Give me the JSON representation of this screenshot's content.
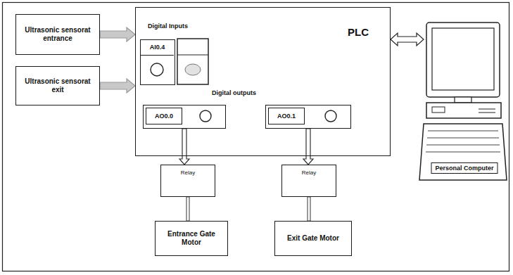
{
  "diagram": {
    "nodes": [
      {
        "text": [
          "Ultrasonic sensorat entrance"
        ]
      },
      {
        "text": [
          "Ultrasonic sensorat exit"
        ]
      },
      {
        "text": [
          "PLC",
          "Digital Inputs",
          "Digital outputs"
        ]
      },
      {
        "text": [
          "AI0.4"
        ],
        "in": 2
      },
      {
        "text": [
          "AO0.0"
        ],
        "in": 2
      },
      {
        "text": [
          "AO0.1"
        ],
        "in": 2
      },
      {
        "text": [
          "Relay"
        ]
      },
      {
        "text": [
          "Entrance Gate Motor"
        ]
      },
      {
        "text": [
          "Relay"
        ]
      },
      {
        "text": [
          "Exit Gate Motor"
        ]
      },
      {
        "text": [
          "Personal Computer"
        ]
      }
    ],
    "edges": [
      {
        "from": 0,
        "to": 2,
        "arrow": "to"
      },
      {
        "from": 1,
        "to": 2,
        "arrow": "to"
      },
      {
        "from": 2,
        "to": 10,
        "arrow": "both"
      },
      {
        "from": 4,
        "to": 6,
        "arrow": "to"
      },
      {
        "from": 6,
        "to": 7,
        "arrow": "none"
      },
      {
        "from": 5,
        "to": 8,
        "arrow": "to"
      },
      {
        "from": 8,
        "to": 9,
        "arrow": "none"
      }
    ]
  }
}
